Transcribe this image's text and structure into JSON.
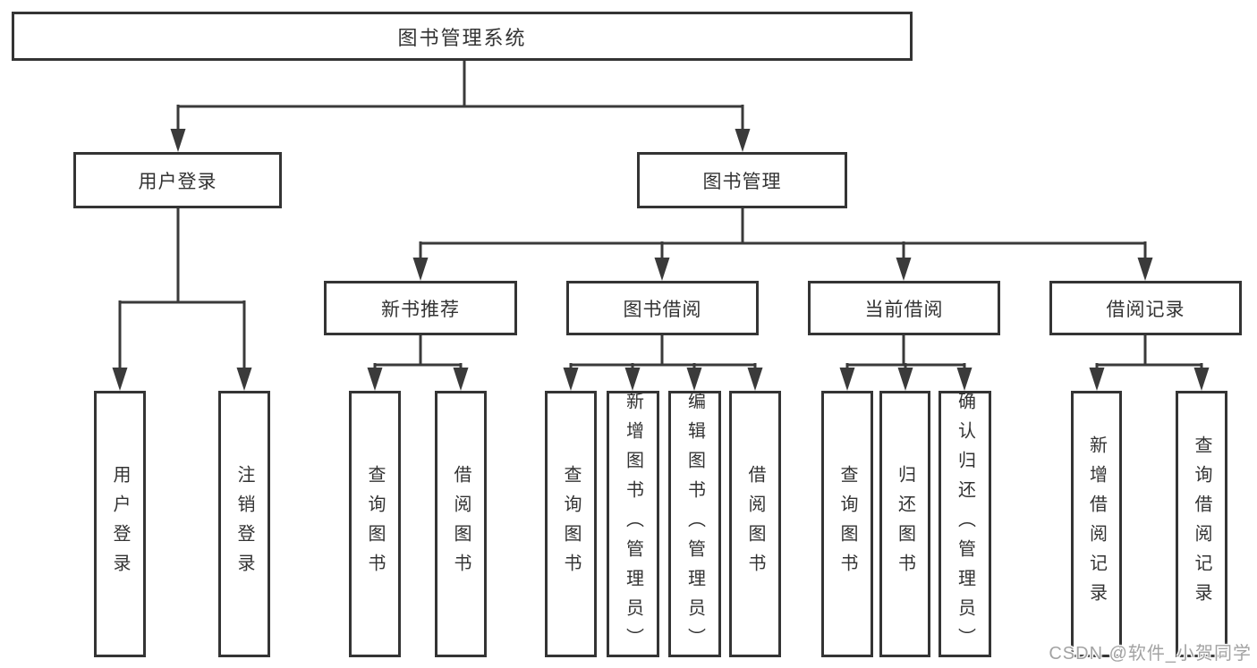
{
  "diagram": {
    "root": "图书管理系统",
    "user_login": "用户登录",
    "book_mgmt": "图书管理",
    "new_books": "新书推荐",
    "book_borrow": "图书借阅",
    "current_borrow": "当前借阅",
    "borrow_records": "借阅记录",
    "leaves": {
      "user_login": [
        "用户登录",
        "注销登录"
      ],
      "new_books": [
        "查询图书",
        "借阅图书"
      ],
      "book_borrow": [
        "查询图书",
        "新增图书（管理员）",
        "编辑图书（管理员）",
        "借阅图书"
      ],
      "current_borrow": [
        "查询图书",
        "归还图书",
        "确认归还（管理员）"
      ],
      "borrow_records": [
        "新增借阅记录",
        "查询借阅记录"
      ]
    }
  },
  "watermark": "CSDN @软件_小贺同学",
  "colors": {
    "line": "#3a3a3a",
    "border": "#343434",
    "text": "#333333",
    "watermark": "#a3a3a3",
    "background": "#ffffff"
  }
}
